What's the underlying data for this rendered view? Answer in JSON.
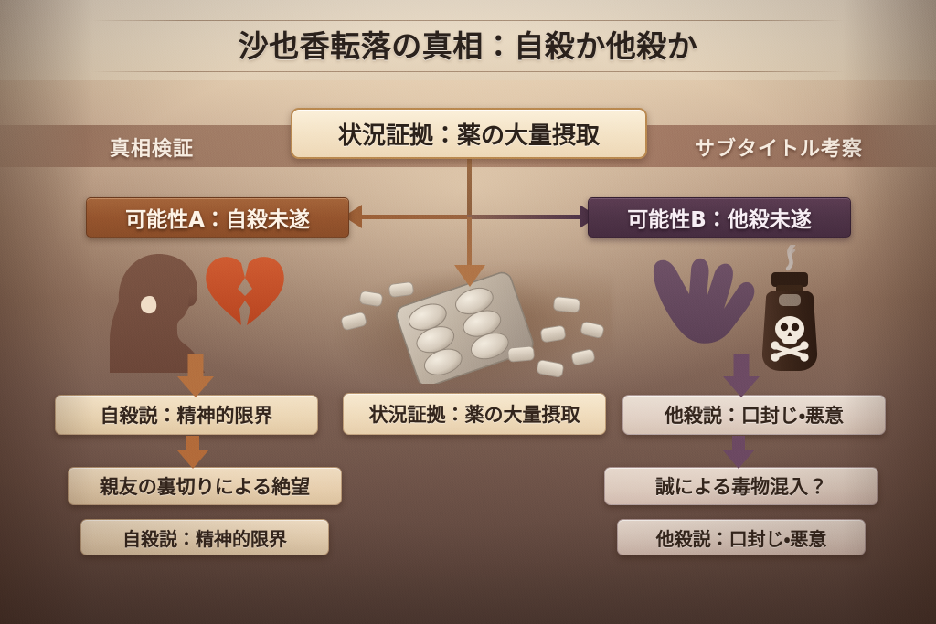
{
  "header": {
    "title": "沙也香転落の真相：自殺か他殺か",
    "sub_left": "真相検証",
    "sub_right": "サブタイトル考察"
  },
  "central": {
    "evidence_top": "状況証拠：薬の大量摂取",
    "evidence_mid": "状況証拠：薬の大量摂取"
  },
  "branches": {
    "left": {
      "possibility": "可能性A：自殺未遂",
      "result_1": "自殺説：精神的限界",
      "result_2": "親友の裏切りによる絶望",
      "result_3": "自殺説：精神的限界",
      "accent": "#95542d"
    },
    "right": {
      "possibility": "可能性B：他殺未遂",
      "result_1": "他殺説：口封じ・悪意",
      "result_2": "誠による毒物混入？",
      "result_3": "他殺説：口封じ・悪意",
      "accent": "#4e3347"
    }
  },
  "icons": {
    "left_person": "person-silhouette-icon",
    "left_heart": "broken-heart-icon",
    "center_pills": "pill-blister-pack-icon",
    "right_hand": "reaching-hand-icon",
    "right_poison": "poison-bottle-skull-icon",
    "arrow_left": "arrow-left-icon",
    "arrow_right": "arrow-right-icon",
    "arrow_down": "arrow-down-icon"
  },
  "palette": {
    "paper": "#e8d9c2",
    "cream_box": "#f4e3c6",
    "brown_accent": "#95542d",
    "purple_accent": "#4e3347",
    "heart_red": "#c7512c",
    "background_dark": "#5e463d"
  }
}
